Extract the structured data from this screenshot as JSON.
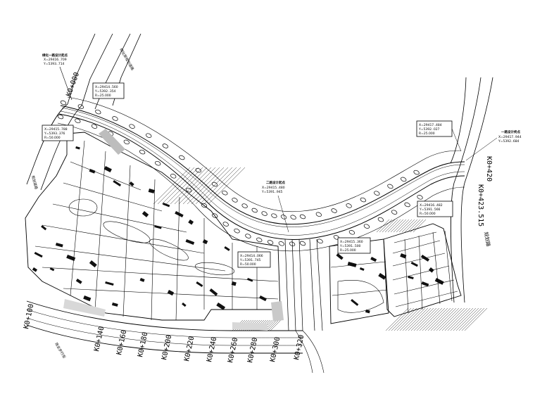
{
  "main_road": {
    "start_chain": "K0+000",
    "end_chain": "K0+420",
    "end_chain_full": "K0+423.515"
  },
  "lower_road": {
    "chain_labels": [
      "K0+100",
      "K0+140",
      "K0+160",
      "K0+180",
      "K0+200",
      "K0+220",
      "K0+240",
      "K0+260",
      "K0+280",
      "K0+300",
      "K0+320"
    ]
  },
  "annotations": {
    "start_point": {
      "title": "绿化一路设计起点",
      "lines": [
        "X=29416..709",
        "Y=5393..714"
      ]
    },
    "end_point": {
      "title": "一路设计终点",
      "lines": [
        "X=29417..944",
        "Y=5392..684"
      ]
    },
    "mid_point": {
      "title": "二路设计起点",
      "lines": [
        "X=29415..480",
        "Y=5391..945"
      ]
    },
    "callout_top": {
      "lines": [
        "X=29414..560",
        "Y=5392..354",
        "R=25.000"
      ]
    },
    "callout_left": {
      "lines": [
        "X=29415..788",
        "Y=5393..376",
        "R=50.000"
      ]
    },
    "callout_right_top": {
      "lines": [
        "X=29417..484",
        "Y=5392..027",
        "R=25.000"
      ]
    },
    "callout_right_mid": {
      "lines": [
        "X=29416..482",
        "Y=5391..566",
        "R=50.000"
      ]
    },
    "callout_center": {
      "lines": [
        "X=29415..360",
        "Y=5391..500",
        "R=25.000"
      ]
    },
    "callout_center_left": {
      "lines": [
        "X=29414..066",
        "Y=5391..745",
        "R=50.000"
      ]
    }
  },
  "side_labels": {
    "upper_left_road": "绿化带规划道路",
    "left_road": "规划道路",
    "bottom_left": "商业步行街",
    "right_road": "规划路"
  }
}
